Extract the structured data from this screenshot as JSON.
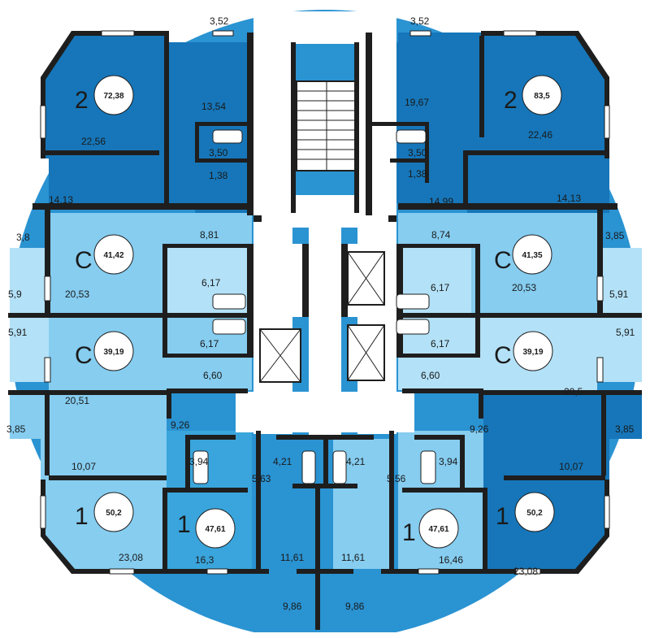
{
  "colors": {
    "outer_blue": "#2a93d2",
    "dark_apartment": "#1676b9",
    "mid_apartment": "#3aa5dc",
    "light_apartment": "#86cdf0",
    "pale_apartment": "#b3e1f7",
    "corridor": "#ffffff",
    "wall": "#1e1e1e"
  },
  "apartments": [
    {
      "id": "nw",
      "type": "2",
      "total": "72,38"
    },
    {
      "id": "ne",
      "type": "2",
      "total": "83,5"
    },
    {
      "id": "w-upper",
      "type": "С",
      "total": "41,42"
    },
    {
      "id": "e-upper",
      "type": "С",
      "total": "41,35"
    },
    {
      "id": "w-lower",
      "type": "С",
      "total": "39,19"
    },
    {
      "id": "e-lower",
      "type": "С",
      "total": "39,19"
    },
    {
      "id": "sw",
      "type": "1",
      "total": "50,2"
    },
    {
      "id": "s-left",
      "type": "1",
      "total": "47,61"
    },
    {
      "id": "s-right",
      "type": "1",
      "total": "47,61"
    },
    {
      "id": "se",
      "type": "1",
      "total": "50,2"
    }
  ],
  "room_areas": [
    "3,52",
    "3,52",
    "13,54",
    "19,67",
    "22,56",
    "22,46",
    "3,50",
    "3,50",
    "1,38",
    "1,38",
    "14,13",
    "14,99",
    "14,13",
    "3,8",
    "3,85",
    "8,81",
    "8,74",
    "6,17",
    "6,17",
    "6,17",
    "6,17",
    "5,9",
    "20,53",
    "20,53",
    "5,91",
    "5,91",
    "5,91",
    "6,60",
    "6,60",
    "20,51",
    "20,5",
    "3,85",
    "3,85",
    "9,26",
    "9,26",
    "3,94",
    "3,94",
    "4,21",
    "4,21",
    "10,07",
    "10,07",
    "5,63",
    "5,56",
    "11,61",
    "11,61",
    "16,3",
    "16,46",
    "23,08",
    "23,08",
    "9,86",
    "9,86"
  ]
}
